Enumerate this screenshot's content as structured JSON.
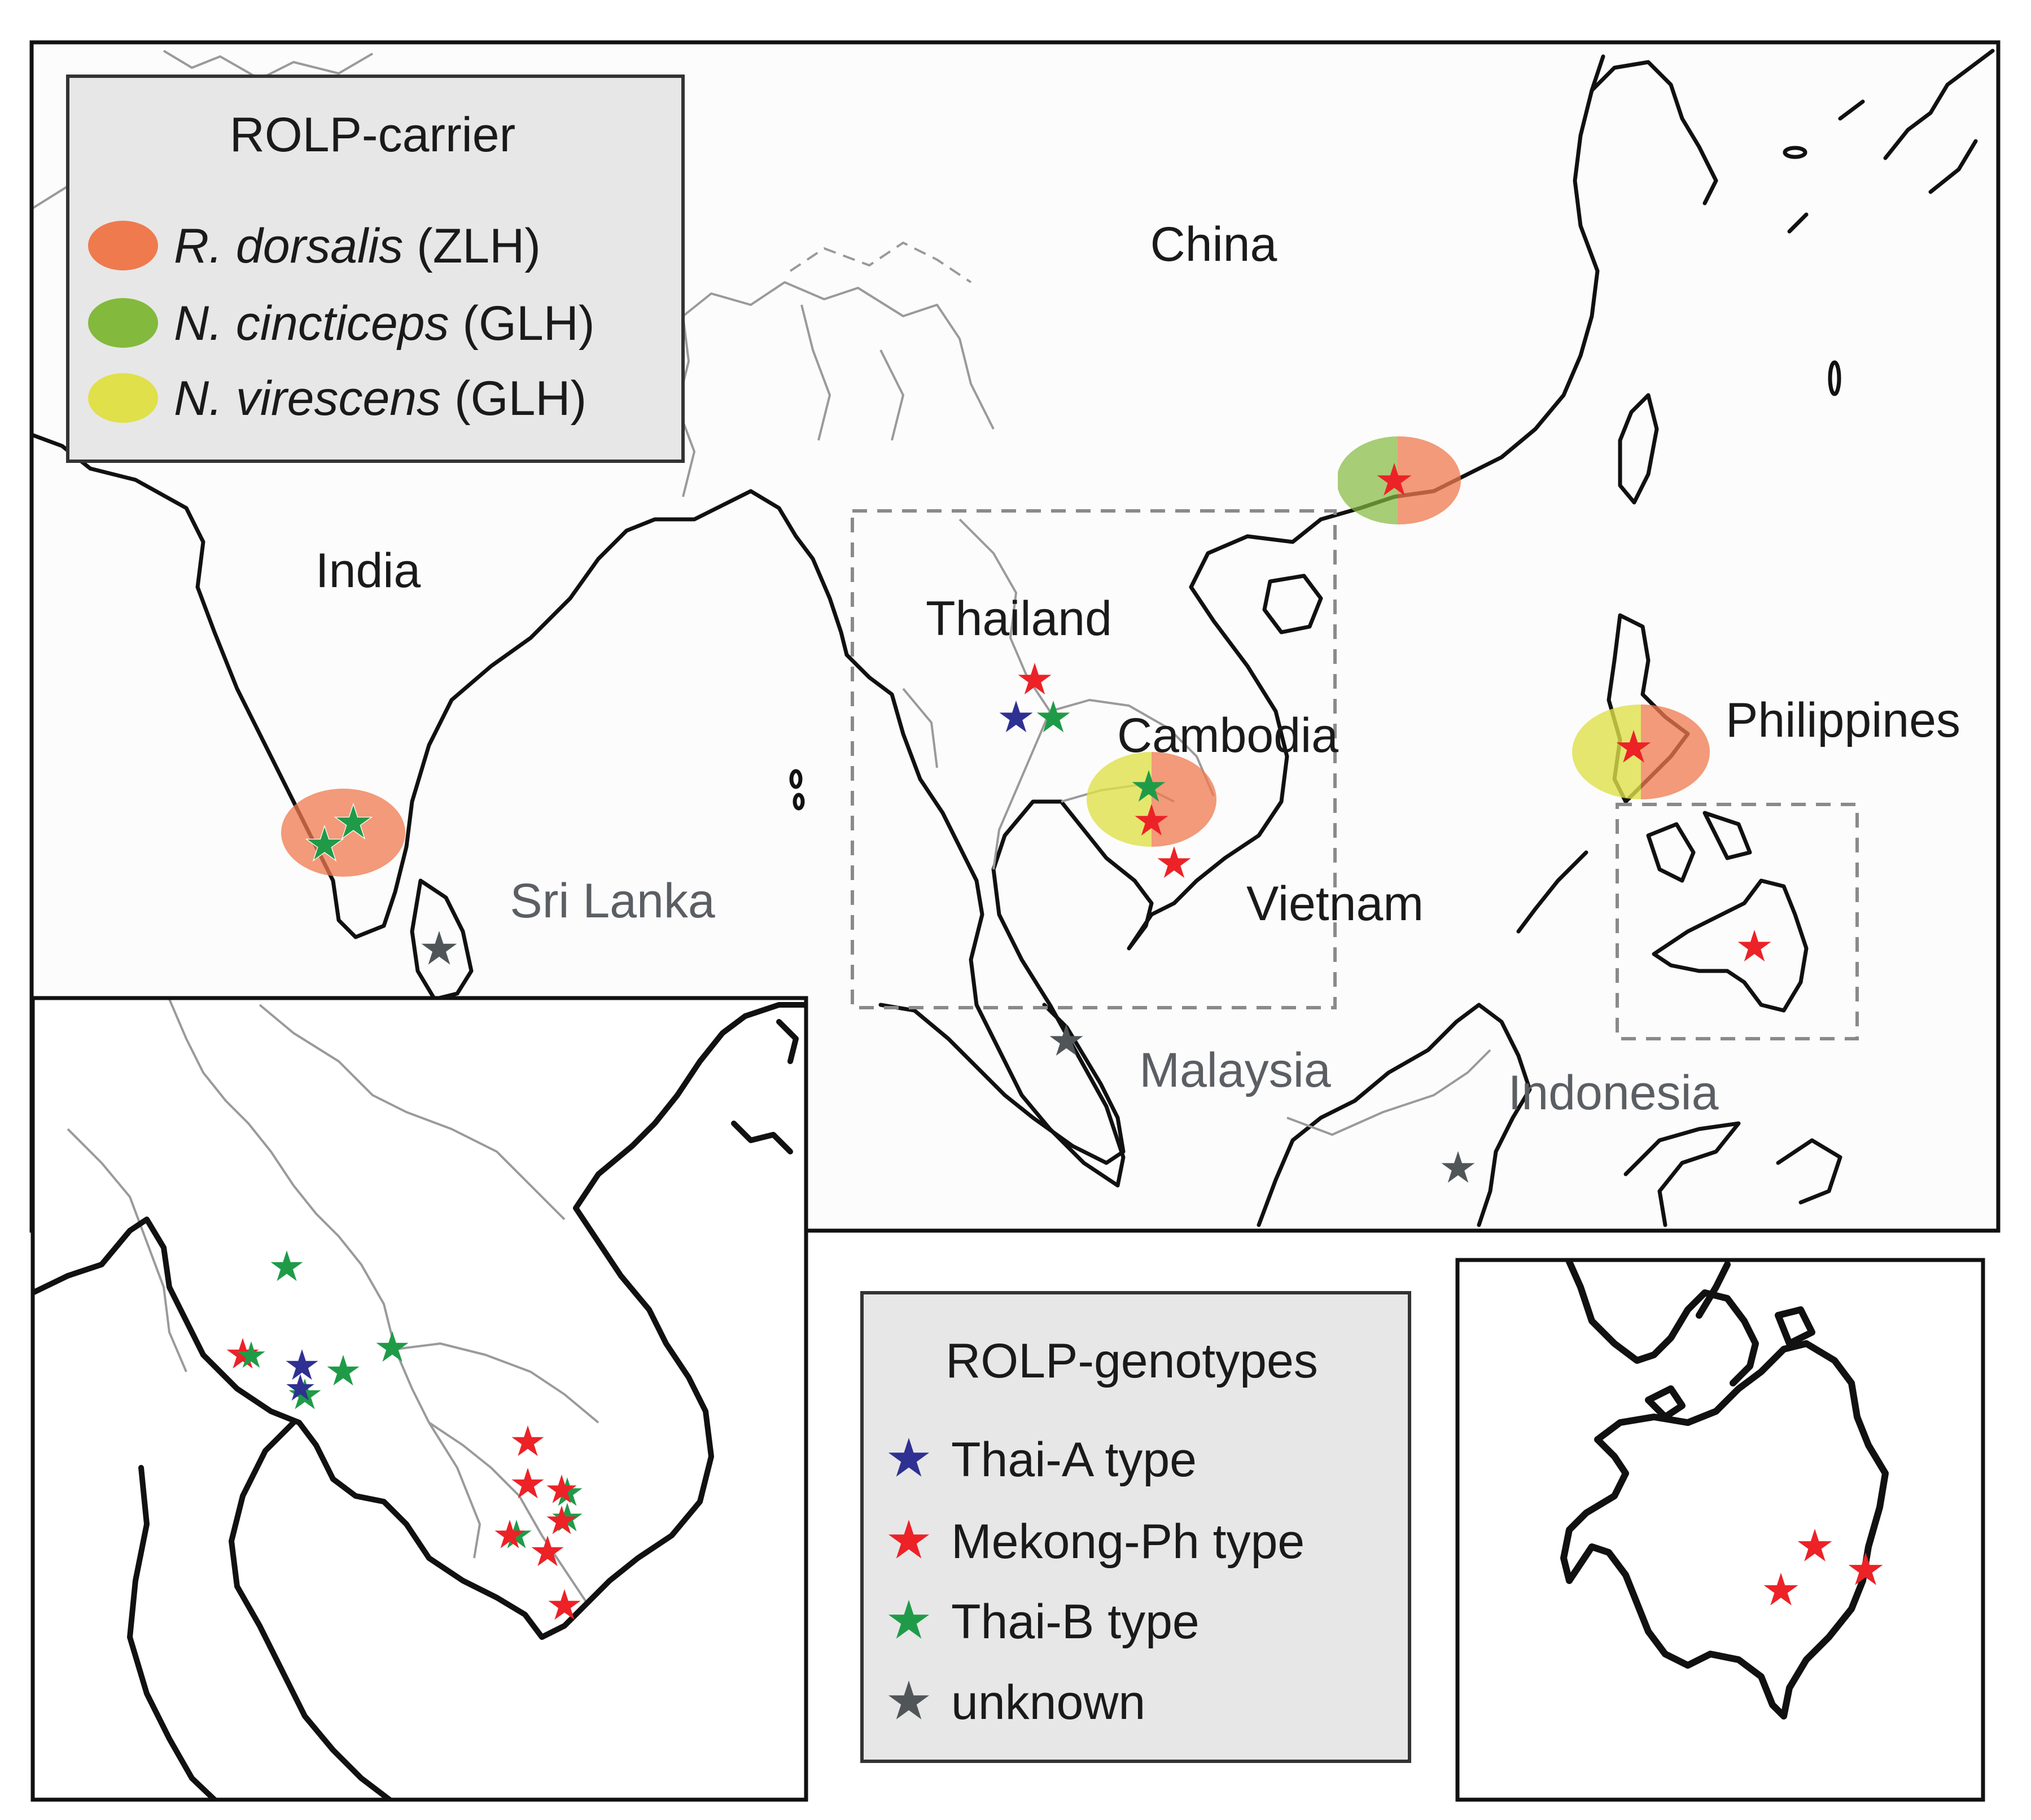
{
  "colors": {
    "r_dorsalis": "#ef7a4d",
    "n_cincticeps": "#83b93d",
    "n_virescens": "#dfe04a",
    "thai_a": "#2e3192",
    "mekong_ph": "#ec2227",
    "thai_b": "#1f9b48",
    "unknown": "#505558"
  },
  "labels": {
    "china": "China",
    "india": "India",
    "thailand": "Thailand",
    "cambodia": "Cambodia",
    "philippines": "Philippines",
    "vietnam": "Vietnam",
    "sri_lanka": "Sri Lanka",
    "malaysia": "Malaysia",
    "indonesia": "Indonesia"
  },
  "carrier_legend": {
    "title": "ROLP-carrier",
    "items": [
      {
        "species": "R. dorsalis",
        "code": "(ZLH)",
        "color_key": "r_dorsalis"
      },
      {
        "species": "N. cincticeps",
        "code": "(GLH)",
        "color_key": "n_cincticeps"
      },
      {
        "species": "N. virescens",
        "code": "(GLH)",
        "color_key": "n_virescens"
      }
    ]
  },
  "genotype_legend": {
    "title": "ROLP-genotypes",
    "items": [
      {
        "label": "Thai-A type",
        "color_key": "thai_a",
        "icon": "star-icon"
      },
      {
        "label": "Mekong-Ph type",
        "color_key": "mekong_ph",
        "icon": "star-icon"
      },
      {
        "label": "Thai-B type",
        "color_key": "thai_b",
        "icon": "star-icon"
      },
      {
        "label": "unknown",
        "color_key": "unknown",
        "icon": "star-icon"
      }
    ]
  }
}
